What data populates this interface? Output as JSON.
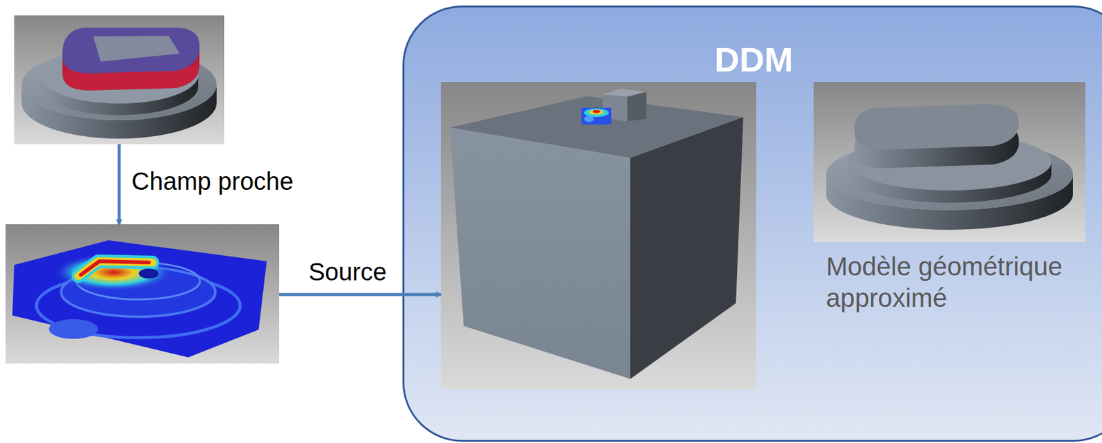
{
  "diagram": {
    "nodes": [
      {
        "text": []
      },
      {
        "text": []
      },
      {
        "text": [
          "DDM"
        ]
      },
      {
        "text": [],
        "in": 2
      },
      {
        "text": [
          "Modèle géométrique approximé"
        ],
        "in": 2
      }
    ],
    "edges": [
      {
        "from": 0,
        "to": 1,
        "label": "Champ proche",
        "arrow": "to"
      },
      {
        "from": 1,
        "to": 3,
        "label": "Source",
        "arrow": "to"
      }
    ]
  }
}
